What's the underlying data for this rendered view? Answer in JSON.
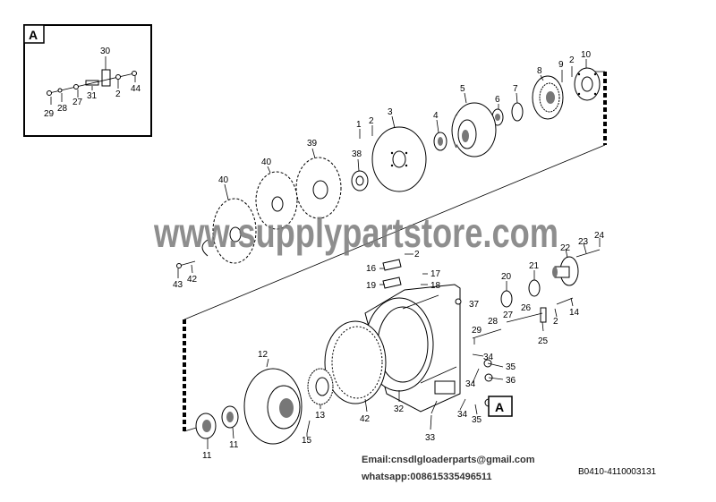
{
  "inset": {
    "tag": "A"
  },
  "callout_tag": "A",
  "watermark": "www.supplypartstore.com",
  "contact": {
    "email": "Email:cnsdlgloaderparts@gmail.com",
    "whatsapp": "whatsapp:008615335496511"
  },
  "drawing_code": "B0410-4110003131",
  "labels": {
    "n30": "30",
    "n44": "44",
    "n2a": "2",
    "n31": "31",
    "n27a": "27",
    "n28a": "28",
    "n29a": "29",
    "n1": "1",
    "n2b": "2",
    "n3": "3",
    "n4": "4",
    "n5": "5",
    "n6": "6",
    "n7": "7",
    "n8": "8",
    "n9": "9",
    "n2c": "2",
    "n10": "10",
    "n38": "38",
    "n39": "39",
    "n40a": "40",
    "n40b": "40",
    "n43": "43",
    "n42a": "42",
    "n2d": "2",
    "n16": "16",
    "n19": "19",
    "n17": "17",
    "n18": "18",
    "n37": "37",
    "n20": "20",
    "n21": "21",
    "n22": "22",
    "n23": "23",
    "n24": "24",
    "n14": "14",
    "n2e": "2",
    "n26": "26",
    "n27b": "27",
    "n28b": "28",
    "n29b": "29",
    "n25": "25",
    "n34a": "34",
    "n35a": "35",
    "n36": "36",
    "n34b": "34",
    "n34c": "34",
    "n35b": "35",
    "n33": "33",
    "n32": "32",
    "n42b": "42",
    "n13": "13",
    "n12": "12",
    "n15": "15",
    "n11a": "11",
    "n11b": "11"
  }
}
